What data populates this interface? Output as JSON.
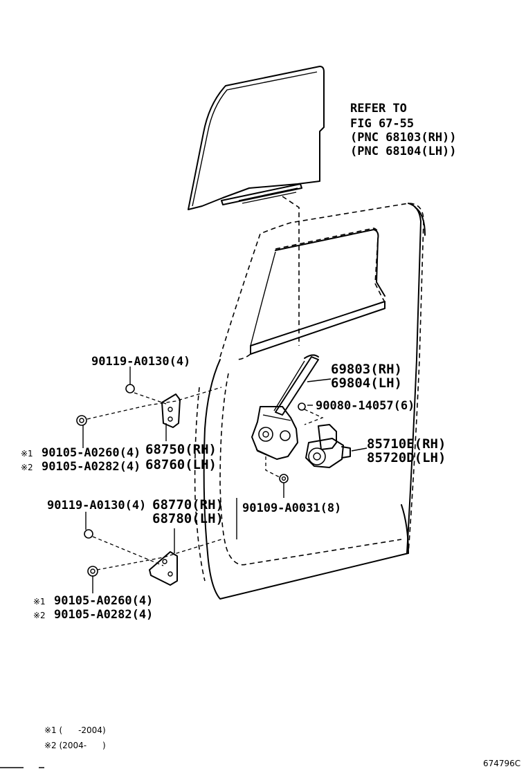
{
  "refer": {
    "line1": "REFER TO",
    "line2": "FIG 67-55",
    "line3": "(PNC 68103(RH))",
    "line4": "(PNC 68104(LH))"
  },
  "parts": {
    "bolt_upper": "90119-A0130(4)",
    "hinge_upper_screw1": "90105-A0260(4)",
    "hinge_upper_screw2": "90105-A0282(4)",
    "hinge_upper_rh": "68750(RH)",
    "hinge_upper_lh": "68760(LH)",
    "bolt_lower": "90119-A0130(4)",
    "hinge_lower_rh": "68770(RH)",
    "hinge_lower_lh": "68780(LH)",
    "hinge_lower_screw1": "90105-A0260(4)",
    "hinge_lower_screw2": "90105-A0282(4)",
    "regulator_rh": "69803(RH)",
    "regulator_lh": "69804(LH)",
    "screw_regulator": "90080-14057(6)",
    "motor_rh": "85710E(RH)",
    "motor_lh": "85720D(LH)",
    "bolt_regulator": "90109-A0031(8)"
  },
  "marks": {
    "m1": "※1",
    "m2": "※2"
  },
  "notes": {
    "n1": "※1 (      -2004)",
    "n2": "※2 (2004-      )"
  },
  "figure_id": "674796C"
}
